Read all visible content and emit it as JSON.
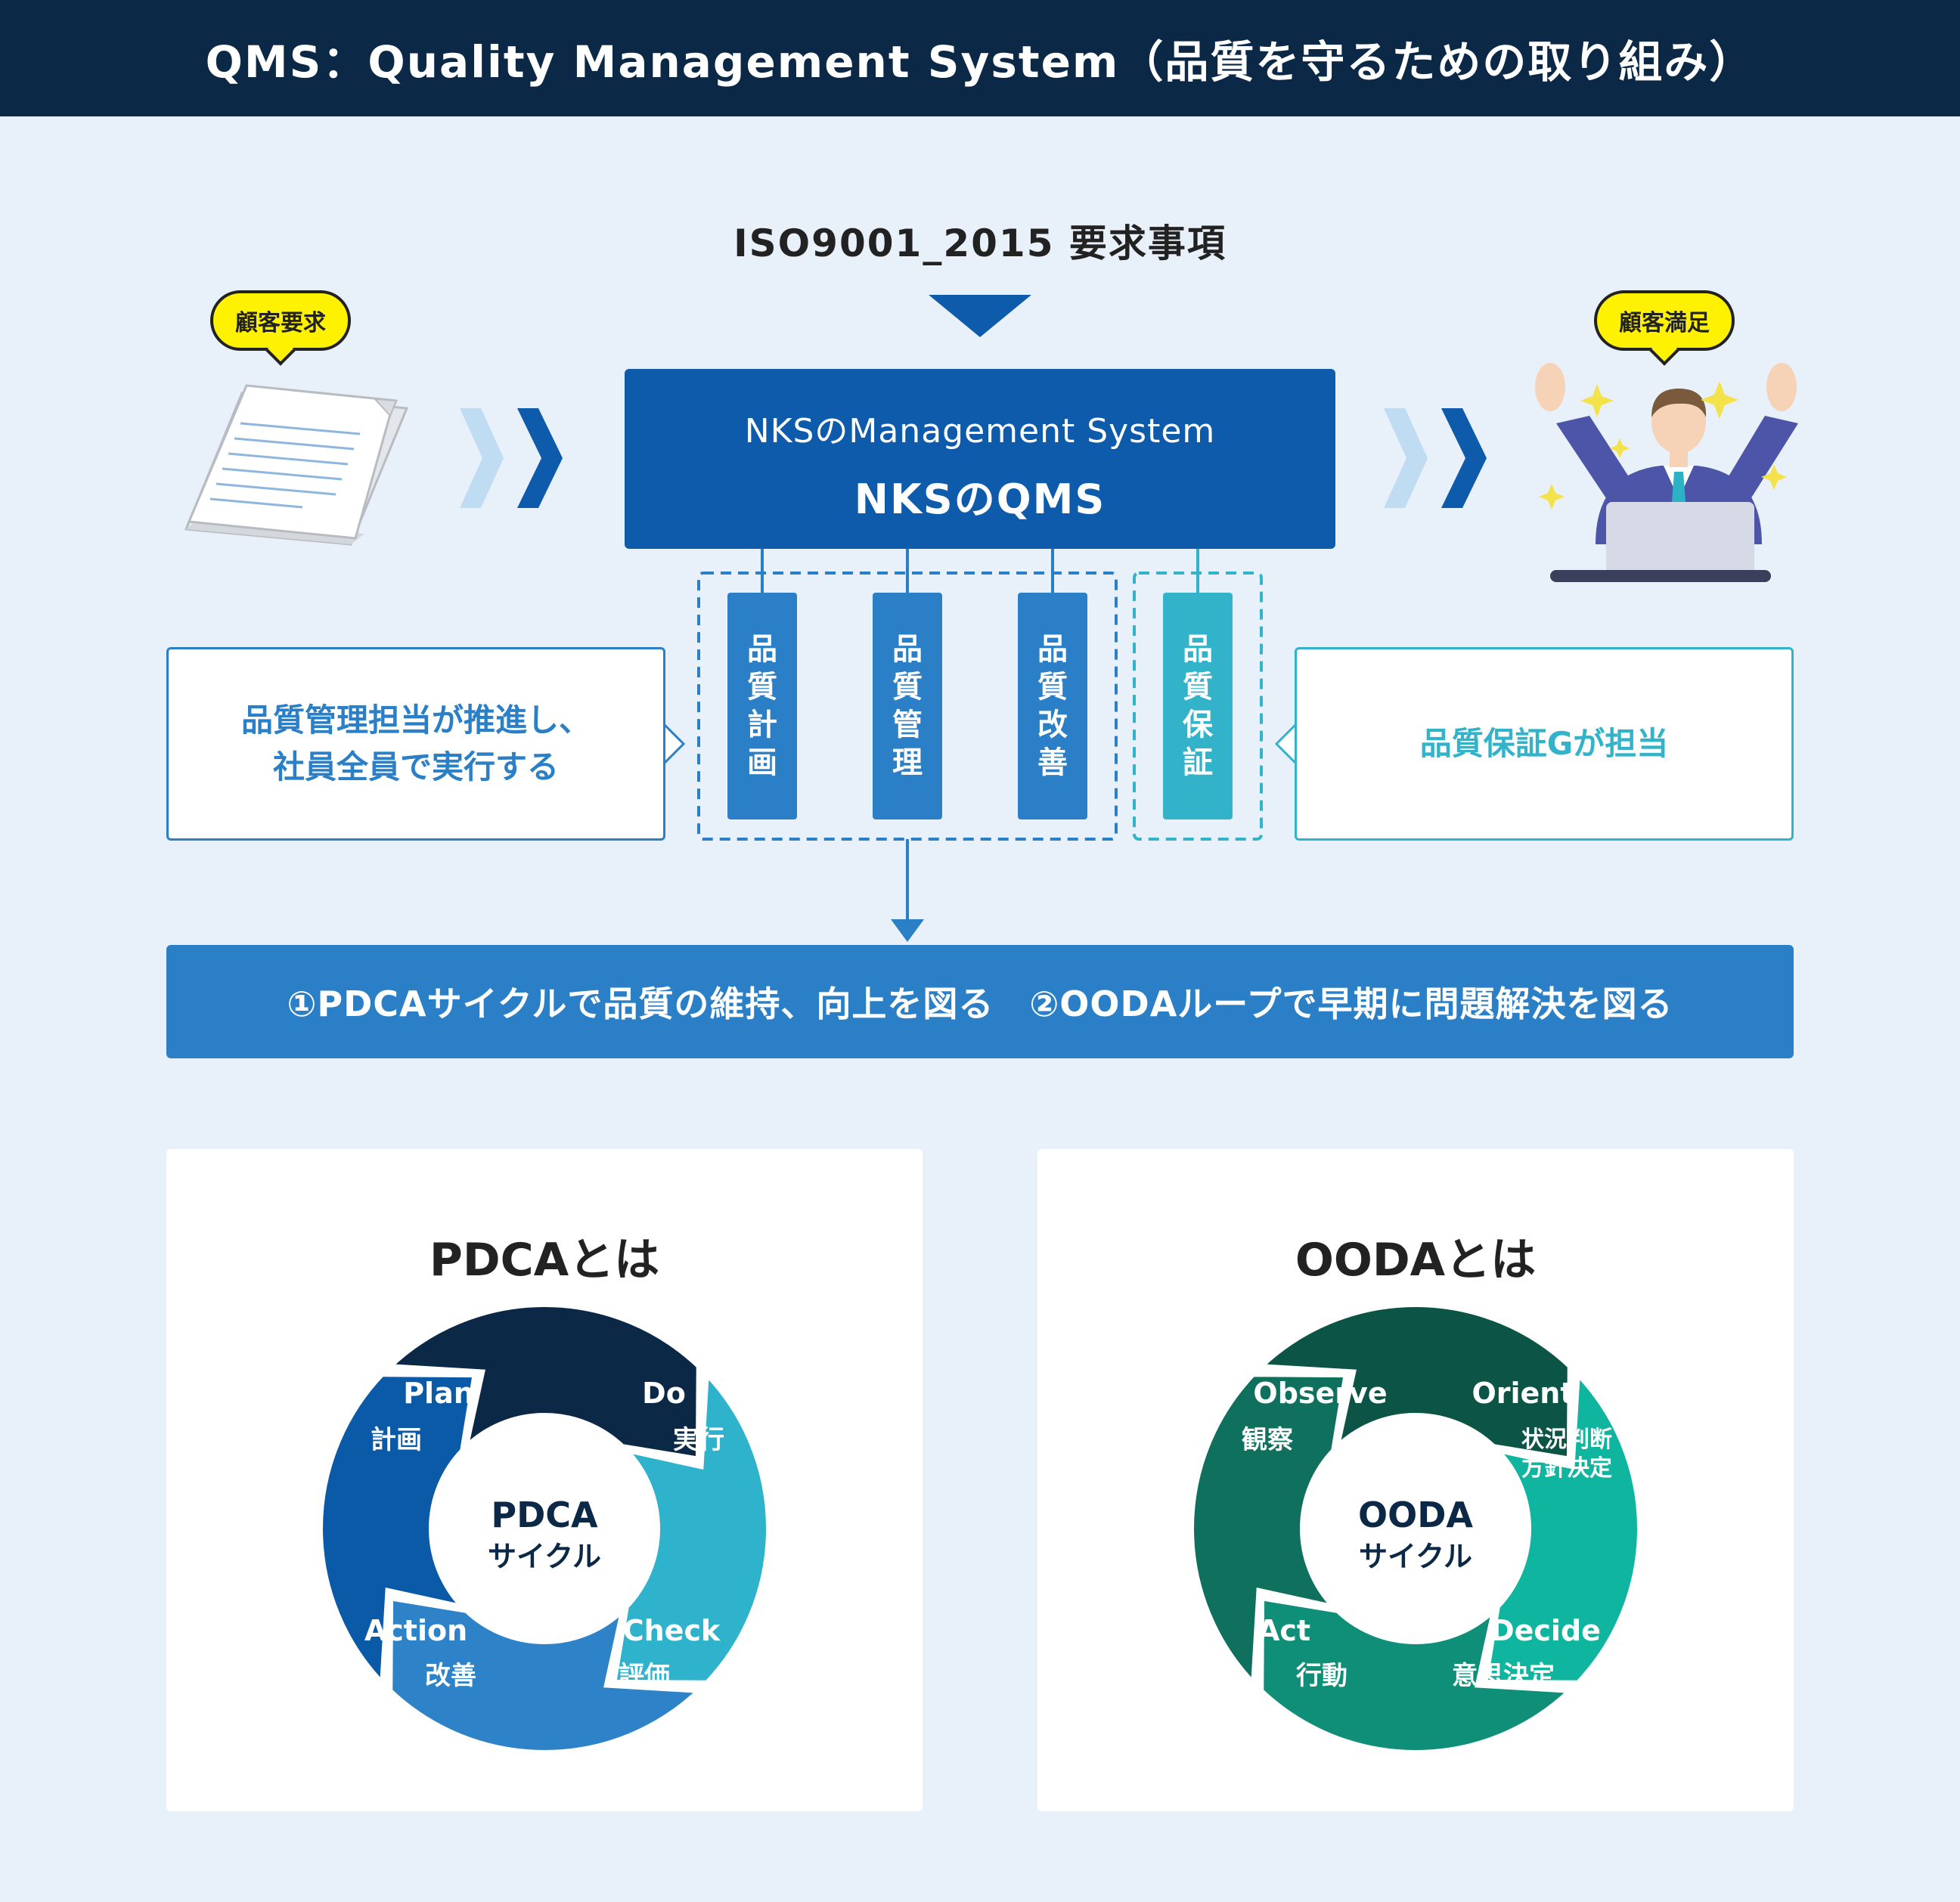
{
  "header": {
    "title": "QMS：Quality Management System（品質を守るための取り組み）"
  },
  "iso_label": "ISO9001_2015 要求事項",
  "customer_request": "顧客要求",
  "customer_satisfaction": "顧客満足",
  "management_system": {
    "subtitle": "NKSのManagement System",
    "title": "NKSのQMS"
  },
  "pillars": [
    {
      "label": "品質計画",
      "color": "#2a7fc6"
    },
    {
      "label": "品質管理",
      "color": "#2a7fc6"
    },
    {
      "label": "品質改善",
      "color": "#2a7fc6"
    },
    {
      "label": "品質保証",
      "color": "#33b3c9"
    }
  ],
  "left_note": {
    "line1": "品質管理担当が推進し、",
    "line2": "社員全員で実行する"
  },
  "right_note": "品質保証Gが担当",
  "banner": "①PDCAサイクルで品質の維持、向上を図る　②OODAループで早期に問題解決を図る",
  "pdca": {
    "title": "PDCAとは",
    "center_line1": "PDCA",
    "center_line2": "サイクル",
    "center_color": "#0b2847",
    "segments": [
      {
        "en": "Plan",
        "ja": "計画",
        "color": "#0b2847"
      },
      {
        "en": "Do",
        "ja": "実行",
        "color": "#2fb3cc"
      },
      {
        "en": "Check",
        "ja": "評価",
        "color": "#2e83c8"
      },
      {
        "en": "Action",
        "ja": "改善",
        "color": "#0a5aa8"
      }
    ]
  },
  "ooda": {
    "title": "OODAとは",
    "center_line1": "OODA",
    "center_line2": "サイクル",
    "center_color": "#0b2847",
    "segments": [
      {
        "en": "Observe",
        "ja": "観察",
        "color": "#0b5446"
      },
      {
        "en": "Orient",
        "ja": "状況判断",
        "ja2": "方針決定",
        "color": "#0fb59e"
      },
      {
        "en": "Decide",
        "ja": "意思決定",
        "color": "#0f8f78"
      },
      {
        "en": "Act",
        "ja": "行動",
        "color": "#0e705d"
      }
    ]
  }
}
